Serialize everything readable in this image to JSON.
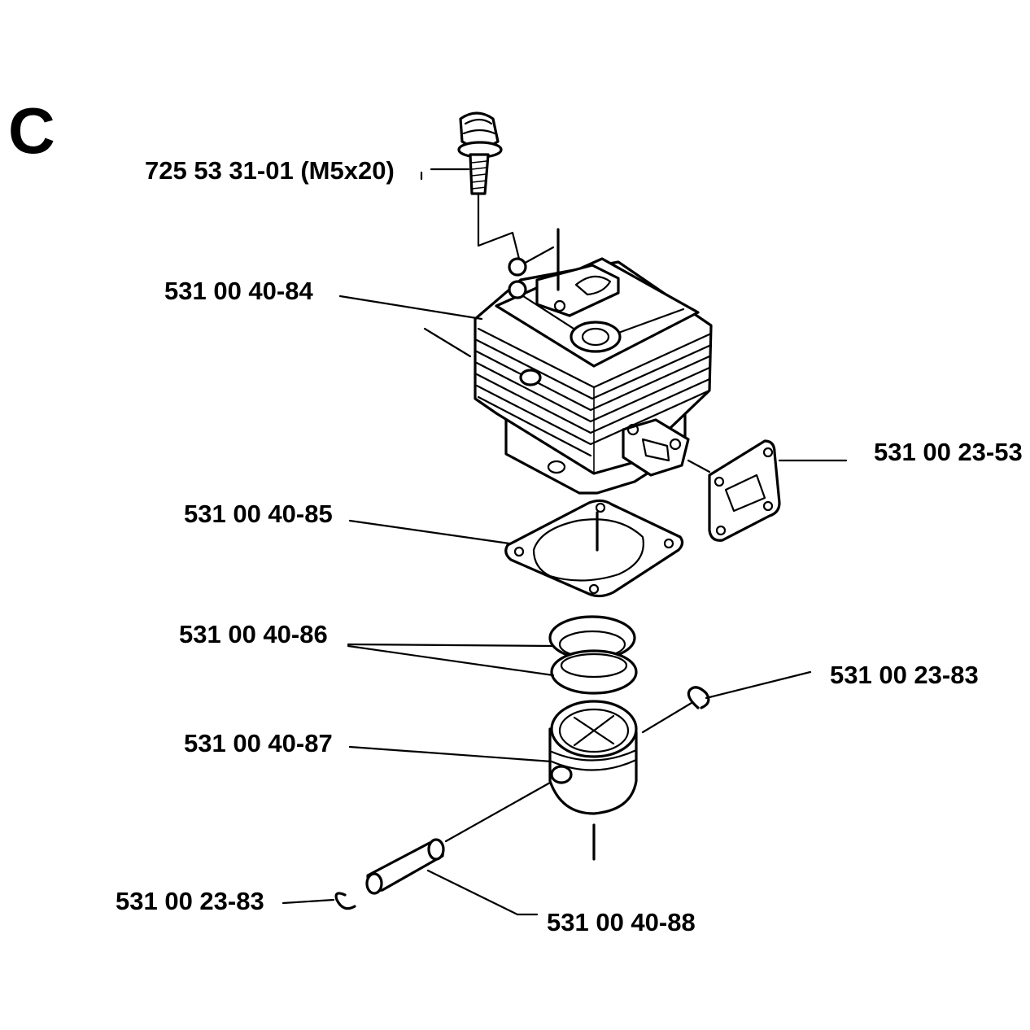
{
  "section_letter": "C",
  "parts": {
    "bolt": "725 53 31-01 (M5x20)",
    "cylinder": "531 00 40-84",
    "exhaust_gasket": "531 00 23-53",
    "cylinder_gasket": "531 00 40-85",
    "piston_rings": "531 00 40-86",
    "circlip_right": "531 00 23-83",
    "piston": "531 00 40-87",
    "circlip_left": "531 00 23-83",
    "piston_pin": "531 00 40-88"
  }
}
